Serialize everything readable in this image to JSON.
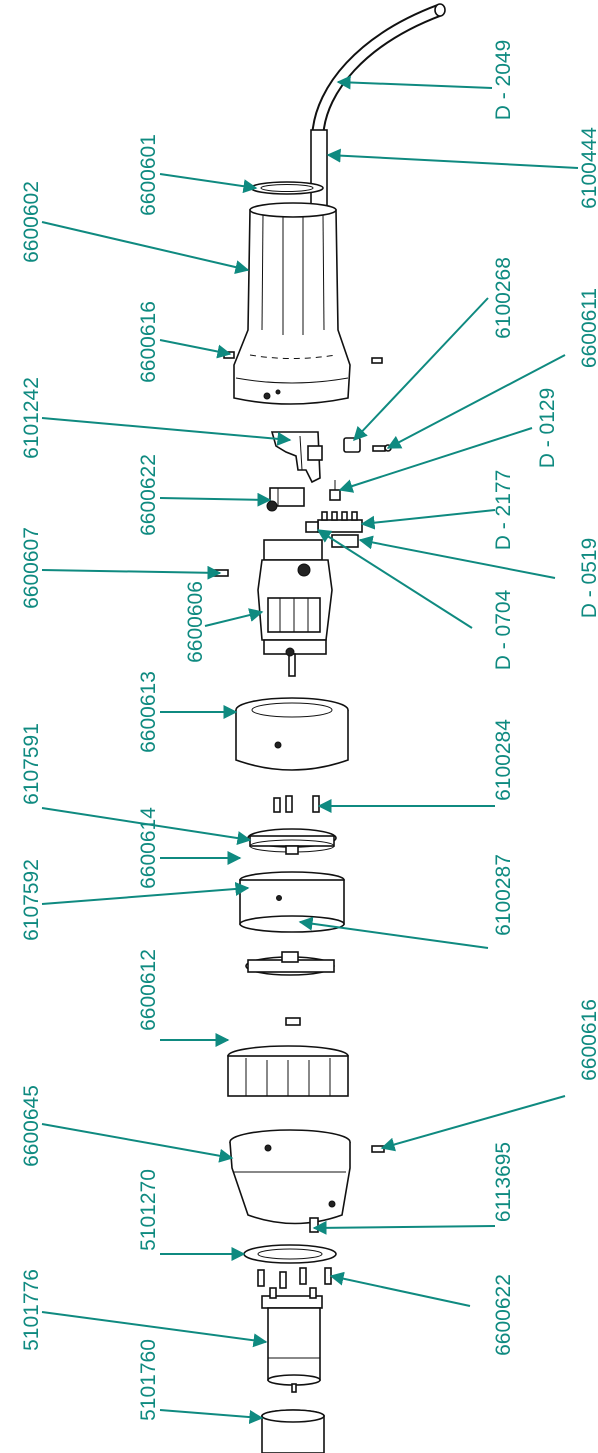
{
  "colors": {
    "label": "#0f8a80",
    "line": "#111111",
    "background": "#ffffff"
  },
  "labels": {
    "l_d2049": "D - 2049",
    "l_6100444": "6100444",
    "l_6600601": "6600601",
    "l_6600602": "6600602",
    "l_6100268": "6100268",
    "l_6600616a": "6600616",
    "l_6600611": "6600611",
    "l_6101242": "6101242",
    "l_d0129": "D - 0129",
    "l_6600622a": "6600622",
    "l_d2177": "D - 2177",
    "l_6600607": "6600607",
    "l_d0519": "D - 0519",
    "l_6600606": "6600606",
    "l_d0704": "D - 0704",
    "l_6600613": "6600613",
    "l_6100284": "6100284",
    "l_6107591": "6107591",
    "l_6600614": "6600614",
    "l_6107592": "6107592",
    "l_6100287": "6100287",
    "l_6600612": "6600612",
    "l_6600616b": "6600616",
    "l_6600645": "6600645",
    "l_6113695": "6113695",
    "l_5101270": "5101270",
    "l_6600622b": "6600622",
    "l_5101776": "5101776",
    "l_5101760": "5101760"
  }
}
